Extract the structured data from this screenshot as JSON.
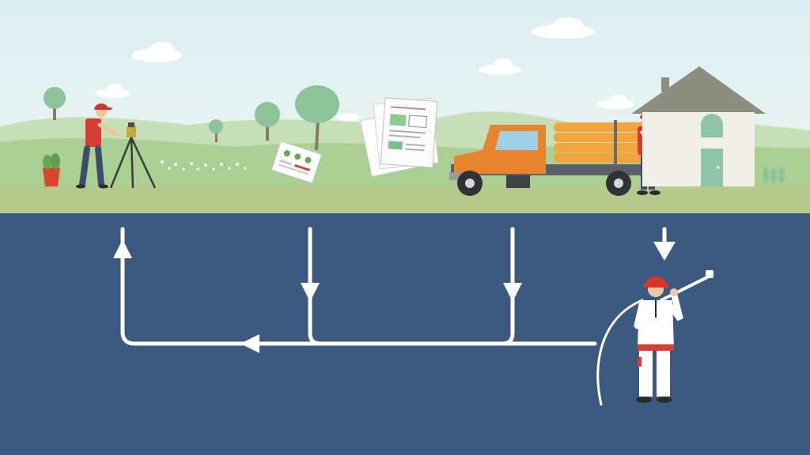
{
  "scene": {
    "colors": {
      "sky_top": "#dceef3",
      "sky_bottom": "#eef6ef",
      "hill_back": "#c6dfb6",
      "hill_front": "#a9cf93",
      "ground_strip": "#b6c98a",
      "underground": "#3c5a80",
      "flow_line": "#ffffff",
      "helmet": "#d9332b",
      "truck_cab": "#e8832f",
      "pipe_load": "#f3a43c",
      "house_wall": "#f1efe7",
      "house_roof": "#8c8f80",
      "door": "#8fc4a8"
    },
    "stages": [
      {
        "id": "survey",
        "icon": "surveyor-with-tripod-icon"
      },
      {
        "id": "design",
        "icon": "engineering-documents-icon"
      },
      {
        "id": "delivery",
        "icon": "pipe-delivery-truck-icon"
      },
      {
        "id": "installation",
        "icon": "technician-with-hose-icon"
      }
    ],
    "flow": {
      "arrow_up": "up-arrow-icon",
      "arrow_down": "down-arrow-icon",
      "arrow_left": "left-arrow-icon"
    }
  }
}
